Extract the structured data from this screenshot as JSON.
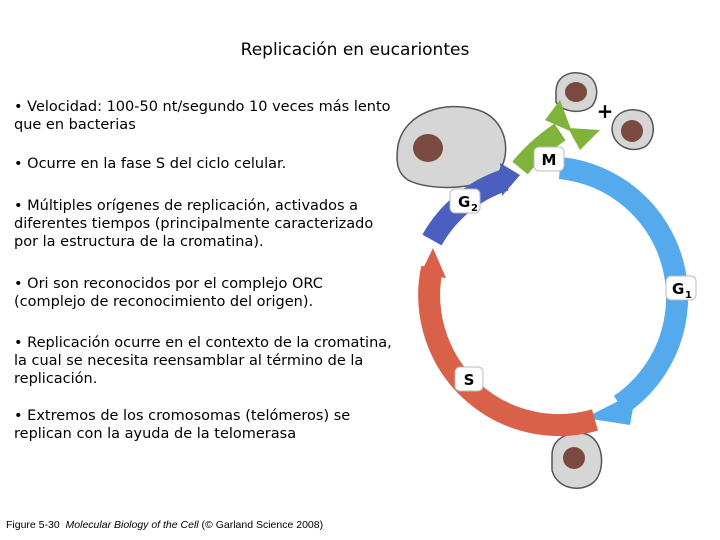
{
  "title": "Replicación en eucariontes",
  "bullets": [
    "• Velocidad: 100-50 nt/segundo 10 veces más lento que en bacterias",
    "• Ocurre en la fase S del ciclo celular.",
    "• Múltiples orígenes de replicación, activados a diferentes tiempos (principalmente caracterizado por la estructura de la cromatina).",
    "• Ori son reconocidos por el complejo ORC (complejo de reconocimiento del origen).",
    "• Replicación ocurre en el contexto de la cromatina, la cual se necesita reensamblar al término de la replicación.",
    "• Extremos de los cromosomas (telómeros) se replican con la ayuda de la telomerasa"
  ],
  "caption": {
    "figure": "Figure 5-30",
    "book": "Molecular Biology of the Cell",
    "rest": "(© Garland Science 2008)"
  },
  "cell_cycle": {
    "phases": {
      "m": "M",
      "g1": "G",
      "g1_sub": "1",
      "s": "S",
      "g2": "G",
      "g2_sub": "2"
    },
    "plus": "+",
    "colors": {
      "m": "#7fb33a",
      "g1": "#55aaee",
      "s": "#d9614a",
      "g2": "#4a5fbf",
      "cell_body": "#d6d6d6",
      "nucleus": "#7a4a40"
    }
  }
}
